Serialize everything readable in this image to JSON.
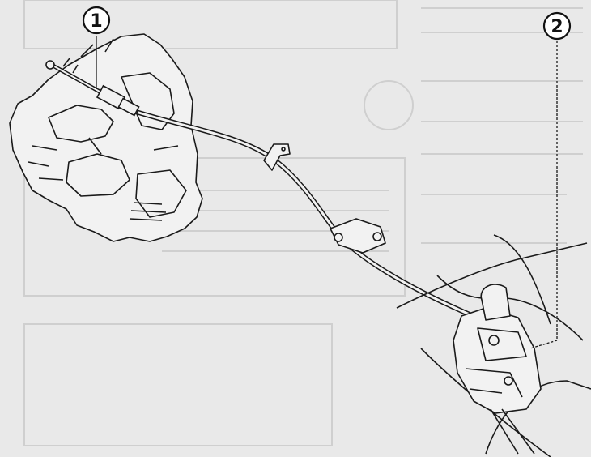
{
  "callouts": [
    {
      "number": "①",
      "label": "1"
    },
    {
      "number": "②",
      "label": "2"
    }
  ],
  "colors": {
    "background": "#e9e9e9",
    "line": "#1a1a1a",
    "ghost": "#cfcfcf"
  }
}
